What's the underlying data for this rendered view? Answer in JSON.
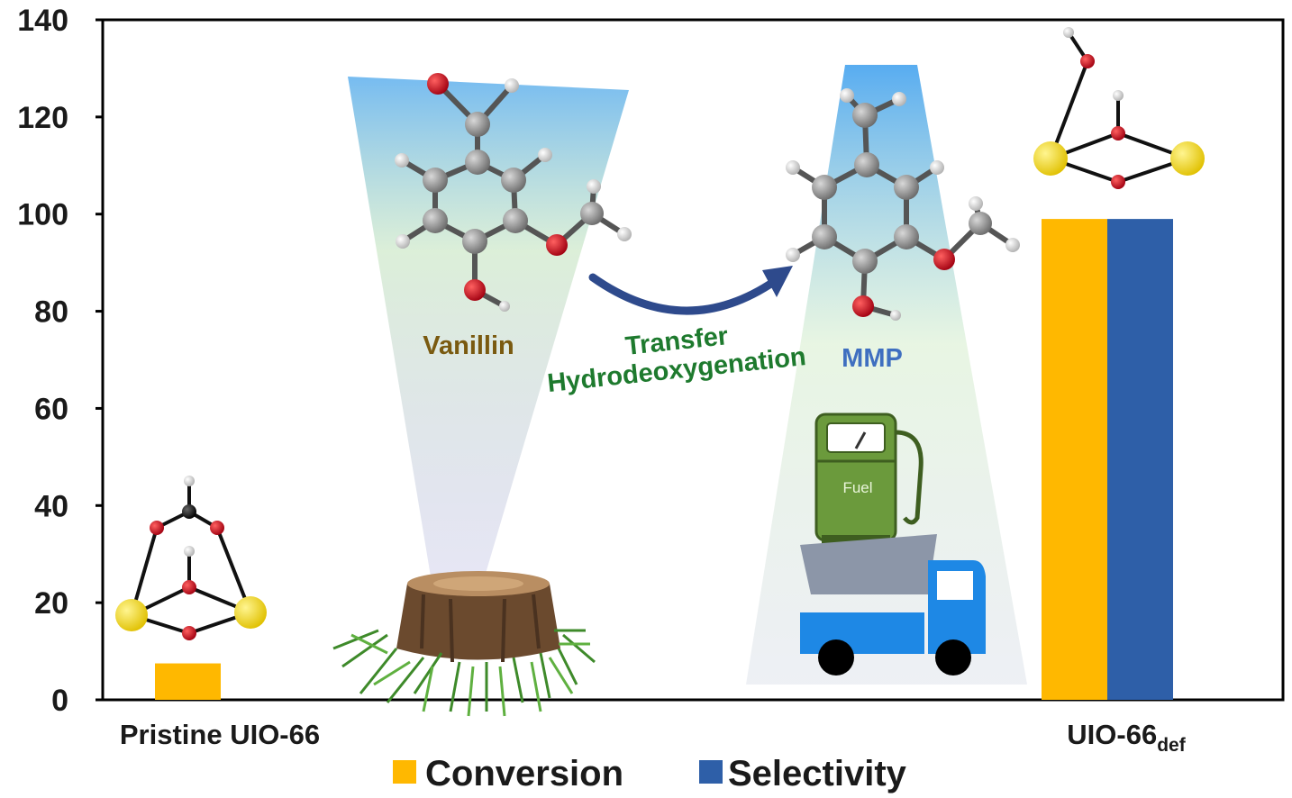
{
  "chart_data": {
    "type": "bar",
    "categories": [
      "Pristine UIO-66",
      "UIO-66def"
    ],
    "category_labels": [
      {
        "main": "Pristine UIO-66",
        "sub": ""
      },
      {
        "main": "UIO-66",
        "sub": "def"
      }
    ],
    "series": [
      {
        "name": "Conversion",
        "values": [
          7.5,
          99
        ],
        "color": "#FFB800"
      },
      {
        "name": "Selectivity",
        "values": [
          null,
          99
        ],
        "color": "#2E5FA8"
      }
    ],
    "ylim": [
      0,
      140
    ],
    "yticks": [
      0,
      20,
      40,
      60,
      80,
      100,
      120,
      140
    ],
    "xlabel": "",
    "ylabel": "",
    "grid": false,
    "legend_position": "bottom-center"
  },
  "illustration": {
    "vanillin_label": "Vanillin",
    "mmp_label": "MMP",
    "arrow_label_line1": "Transfer",
    "arrow_label_line2": "Hydrodeoxygenation",
    "fuel_label": "Fuel",
    "colors": {
      "vanillin": "#7A5A10",
      "arrow_text": "#1E7A2E",
      "mmp": "#3F6FC0",
      "arrow": "#2E4A8C",
      "truck": "#1E88E5",
      "pump": "#6B9A3C"
    }
  }
}
